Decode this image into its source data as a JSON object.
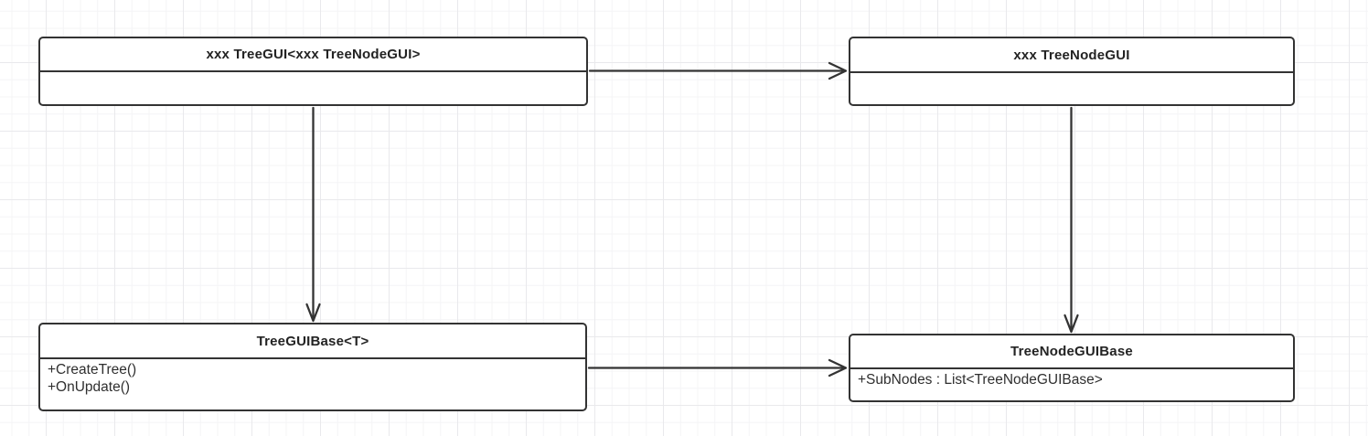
{
  "diagram": {
    "type": "uml-class-diagram",
    "classes": [
      {
        "name": "xxx TreeGUI<xxx TreeNodeGUI>",
        "members": []
      },
      {
        "name": "xxx TreeNodeGUI",
        "members": []
      },
      {
        "name": "TreeGUIBase<T>",
        "members": [
          "+CreateTree()",
          "+OnUpdate()"
        ]
      },
      {
        "name": "TreeNodeGUIBase",
        "members": [
          "+SubNodes : List<TreeNodeGUIBase>"
        ]
      }
    ],
    "relations": [
      {
        "from": "xxx TreeGUI<xxx TreeNodeGUI>",
        "to": "xxx TreeNodeGUI",
        "arrow": "open"
      },
      {
        "from": "xxx TreeGUI<xxx TreeNodeGUI>",
        "to": "TreeGUIBase<T>",
        "arrow": "open"
      },
      {
        "from": "xxx TreeNodeGUI",
        "to": "TreeNodeGUIBase",
        "arrow": "open"
      },
      {
        "from": "TreeGUIBase<T>",
        "to": "TreeNodeGUIBase",
        "arrow": "open"
      }
    ],
    "colors": {
      "stroke": "#333333",
      "node_fill": "#ffffff",
      "grid_minor": "#f4f4f6",
      "grid_major": "#e9e9eb",
      "background": "#ffffff"
    }
  }
}
